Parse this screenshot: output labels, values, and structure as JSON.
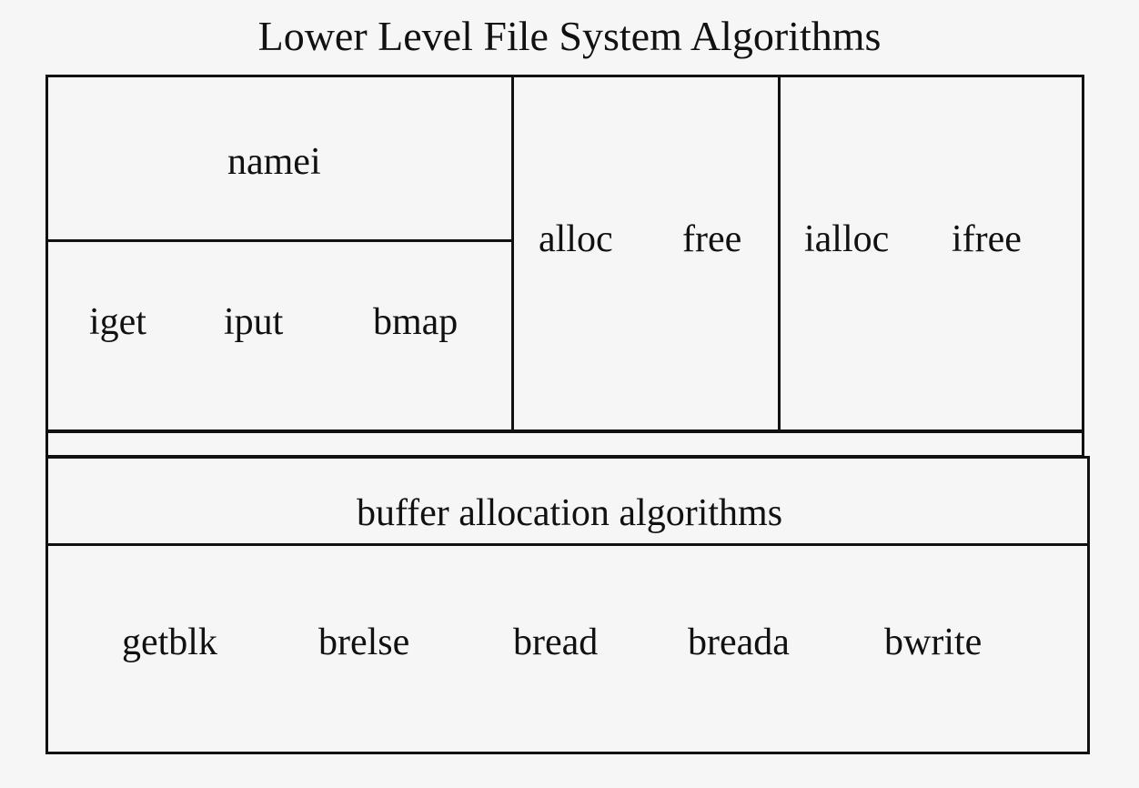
{
  "diagram": {
    "title": "Lower Level File System Algorithms",
    "upper_section": {
      "namei": "namei",
      "inode_ops": [
        "iget",
        "iput",
        "bmap"
      ],
      "block_ops": [
        "alloc",
        "free"
      ],
      "inode_alloc_ops": [
        "ialloc",
        "ifree"
      ]
    },
    "buffer_section": {
      "heading": "buffer allocation algorithms",
      "ops": [
        "getblk",
        "brelse",
        "bread",
        "breada",
        "bwrite"
      ]
    }
  }
}
